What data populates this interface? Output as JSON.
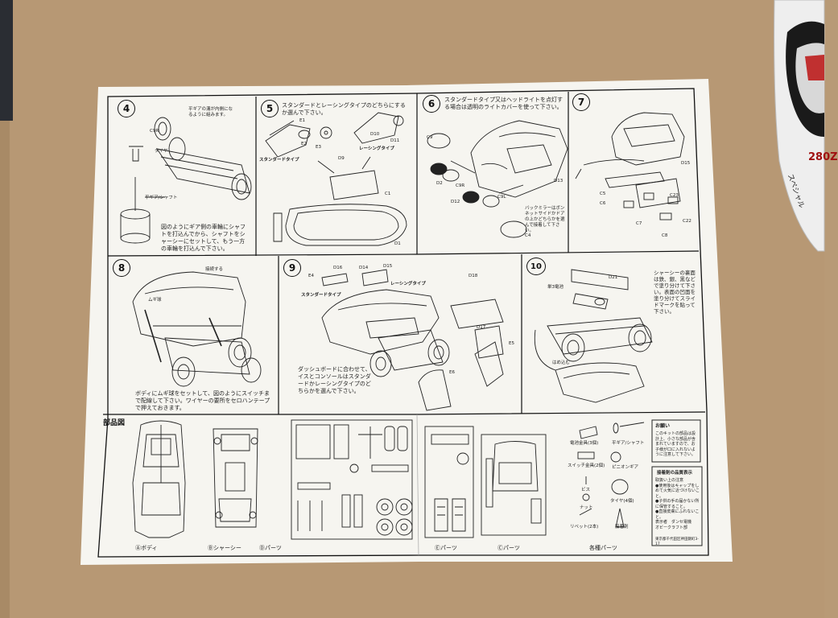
{
  "steps": [
    {
      "num": "4",
      "text": "図のようにギア側の車輪にシャフトを打込んでから、シャフトをシャーシーにセットして、もう一方の車輪を打込んで下さい。",
      "labels": [
        "C9R",
        "タイヤ",
        "平ギア/シャフト",
        "平ギアの溝が内側になるように組みます。"
      ]
    },
    {
      "num": "5",
      "text": "スタンダードとレーシングタイプのどちらにするか選んで下さい。",
      "labels": [
        "スタンダードタイプ",
        "レーシングタイプ",
        "E1",
        "E2",
        "E3",
        "D10",
        "D11",
        "D9",
        "C1",
        "D1"
      ]
    },
    {
      "num": "6",
      "text": "スタンダードタイプ又はヘッドライトを点灯する場合は透明のライトカバーを使って下さい。",
      "labels": [
        "C9",
        "C9R",
        "C9L",
        "D12",
        "D13",
        "D2",
        "C4",
        "バックミラーはボンネットサイドかドアの上かどちらかを選んで接着して下さい。"
      ]
    },
    {
      "num": "7",
      "text": "",
      "labels": [
        "C5",
        "C6",
        "C7",
        "C8",
        "C22",
        "C23",
        "D15"
      ]
    },
    {
      "num": "8",
      "text": "ボディにムギ球をセットして、図のようにスイッチまで配線して下さい。ワイヤーの要所をセロハンテープで押えておきます。",
      "labels": [
        "ムギ球",
        "接続する"
      ]
    },
    {
      "num": "9",
      "text": "ダッシュボードに合わせて、イスとコンソールはスタンダードかレーシングタイプのどちらかを選んで下さい。",
      "labels": [
        "スタンダードタイプ",
        "レーシングタイプ",
        "D16",
        "D14",
        "E4",
        "D15",
        "D17",
        "D18",
        "E5",
        "E6"
      ]
    },
    {
      "num": "10",
      "text": "シャーシーの裏面は鉄、銀、黒などで塗り分けて下さい。表面の凹面を塗り分けてスライドマークを貼って下さい。",
      "labels": [
        "単3電池",
        "D21",
        "はめ込む"
      ]
    }
  ],
  "parts": {
    "heading": "部品図",
    "body_label": "Ⓐボディ",
    "chassis_label": "Ⓑシャーシー",
    "d_parts_label": "Ⓓパーツ",
    "e_parts_label": "Ⓔパーツ",
    "c_parts_label": "Ⓒパーツ",
    "misc_label": "各種パーツ",
    "misc_items": [
      "電池金具(3個)",
      "平ギア/シャフト",
      "スイッチ金具(2個)",
      "ピニオンギア",
      "ビス",
      "ナット",
      "タイヤ(4個)",
      "リベット(2本)",
      "接着剤"
    ]
  },
  "notice": {
    "title": "お願い",
    "body": "このキットの部品は設計上、小さな部品が含まれていますので、お子様が口に入れないように注意して下さい。"
  },
  "quality": {
    "title": "接着剤の品質表示",
    "body": "取扱い上の注意\n●使用後はキャップをしめて火気に近づけないこと。\n●子供の手の届かない所に保管すること。\n●直接皮膚にふれないこと。\n表示者　ダンセ電機\nオビークラフト部",
    "address": "東京都千代田区神田錦町3-17"
  },
  "boxart": {
    "model": "280Z",
    "sub": "スペシャル"
  }
}
